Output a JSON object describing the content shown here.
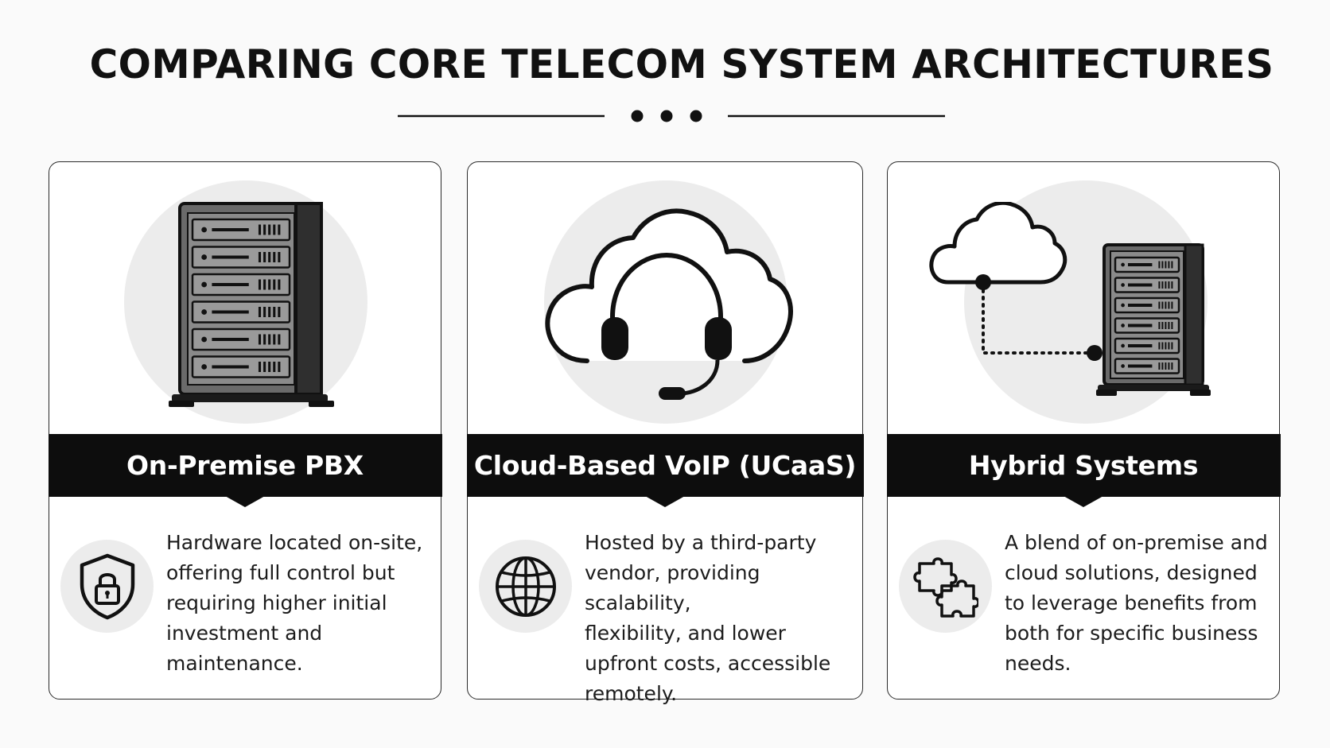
{
  "title": "COMPARING CORE TELECOM SYSTEM ARCHITECTURES",
  "cards": [
    {
      "heading": "On-Premise PBX",
      "hero_icon": "server-rack-icon",
      "small_icon": "shield-lock-icon",
      "description": [
        "Hardware located on-site,",
        "offering full control but",
        "requiring higher initial",
        "investment and",
        "maintenance."
      ]
    },
    {
      "heading": "Cloud-Based VoIP (UCaaS)",
      "hero_icon": "cloud-headset-icon",
      "small_icon": "globe-icon",
      "description": [
        "Hosted by a third-party",
        "vendor, providing scalability,",
        "flexibility, and lower",
        "upfront costs, accessible",
        "remotely."
      ]
    },
    {
      "heading": "Hybrid Systems",
      "hero_icon": "cloud-server-link-icon",
      "small_icon": "puzzle-icon",
      "description": [
        "A blend of on-premise and",
        "cloud solutions, designed",
        "to leverage benefits from",
        "both for specific business",
        "needs."
      ]
    }
  ],
  "colors": {
    "banner": "#0d0d0d",
    "card_border": "#2b2b2b",
    "accent_circle": "#ececec",
    "background": "#fafafa"
  }
}
